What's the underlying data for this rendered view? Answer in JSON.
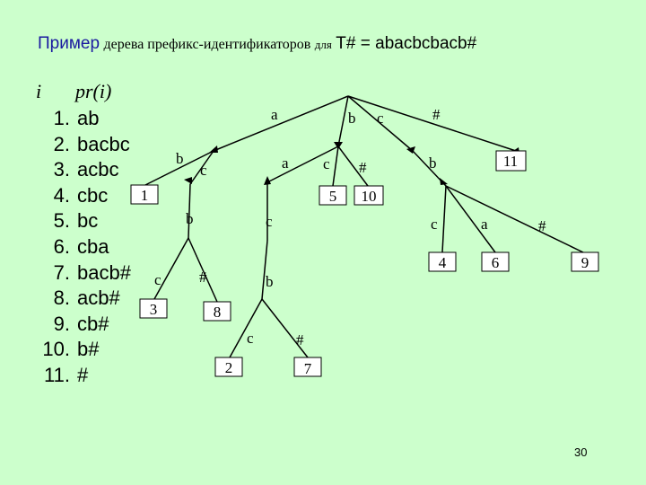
{
  "title": {
    "part1": "Пример",
    "part2": "дерева префикс-идентификаторов",
    "part3": "для",
    "formula": "T# = abacbcbacb#"
  },
  "table": {
    "header_i": "i",
    "header_pr": "pr(i)",
    "rows": [
      {
        "num": "1.",
        "prefix": "ab"
      },
      {
        "num": "2.",
        "prefix": "bacbc"
      },
      {
        "num": "3.",
        "prefix": "acbc"
      },
      {
        "num": "4.",
        "prefix": "cbc"
      },
      {
        "num": "5.",
        "prefix": "bc"
      },
      {
        "num": "6.",
        "prefix": "cba"
      },
      {
        "num": "7.",
        "prefix": "bacb#"
      },
      {
        "num": "8.",
        "prefix": "acb#"
      },
      {
        "num": "9.",
        "prefix": "cb#"
      },
      {
        "num": "10.",
        "prefix": "b#"
      },
      {
        "num": "11.",
        "prefix": "#"
      }
    ]
  },
  "tree": {
    "edge_labels": [
      "a",
      "b",
      "c",
      "#",
      "b",
      "c",
      "a",
      "c",
      "#",
      "b",
      "b",
      "c",
      "c",
      "#",
      "b",
      "c",
      "#",
      "c",
      "a",
      "#"
    ],
    "leaves": [
      "1",
      "3",
      "8",
      "2",
      "7",
      "5",
      "10",
      "11",
      "4",
      "6",
      "9"
    ]
  },
  "page_number": "30"
}
